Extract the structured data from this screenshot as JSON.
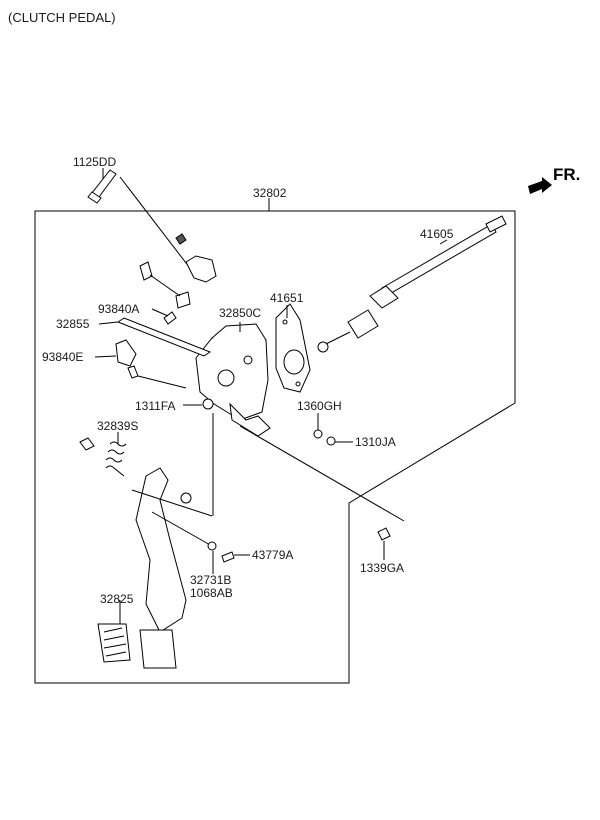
{
  "title": "(CLUTCH PEDAL)",
  "direction": "FR.",
  "callouts": {
    "p1125DD": "1125DD",
    "p32802": "32802",
    "p41605": "41605",
    "p41651": "41651",
    "p93840A": "93840A",
    "p32850C": "32850C",
    "p32855": "32855",
    "p93840E": "93840E",
    "p1311FA": "1311FA",
    "p1360GH": "1360GH",
    "p1310JA": "1310JA",
    "p32839S": "32839S",
    "p43779A": "43779A",
    "p32731B": "32731B",
    "p1068AB": "1068AB",
    "p1339GA": "1339GA",
    "p32825": "32825"
  }
}
